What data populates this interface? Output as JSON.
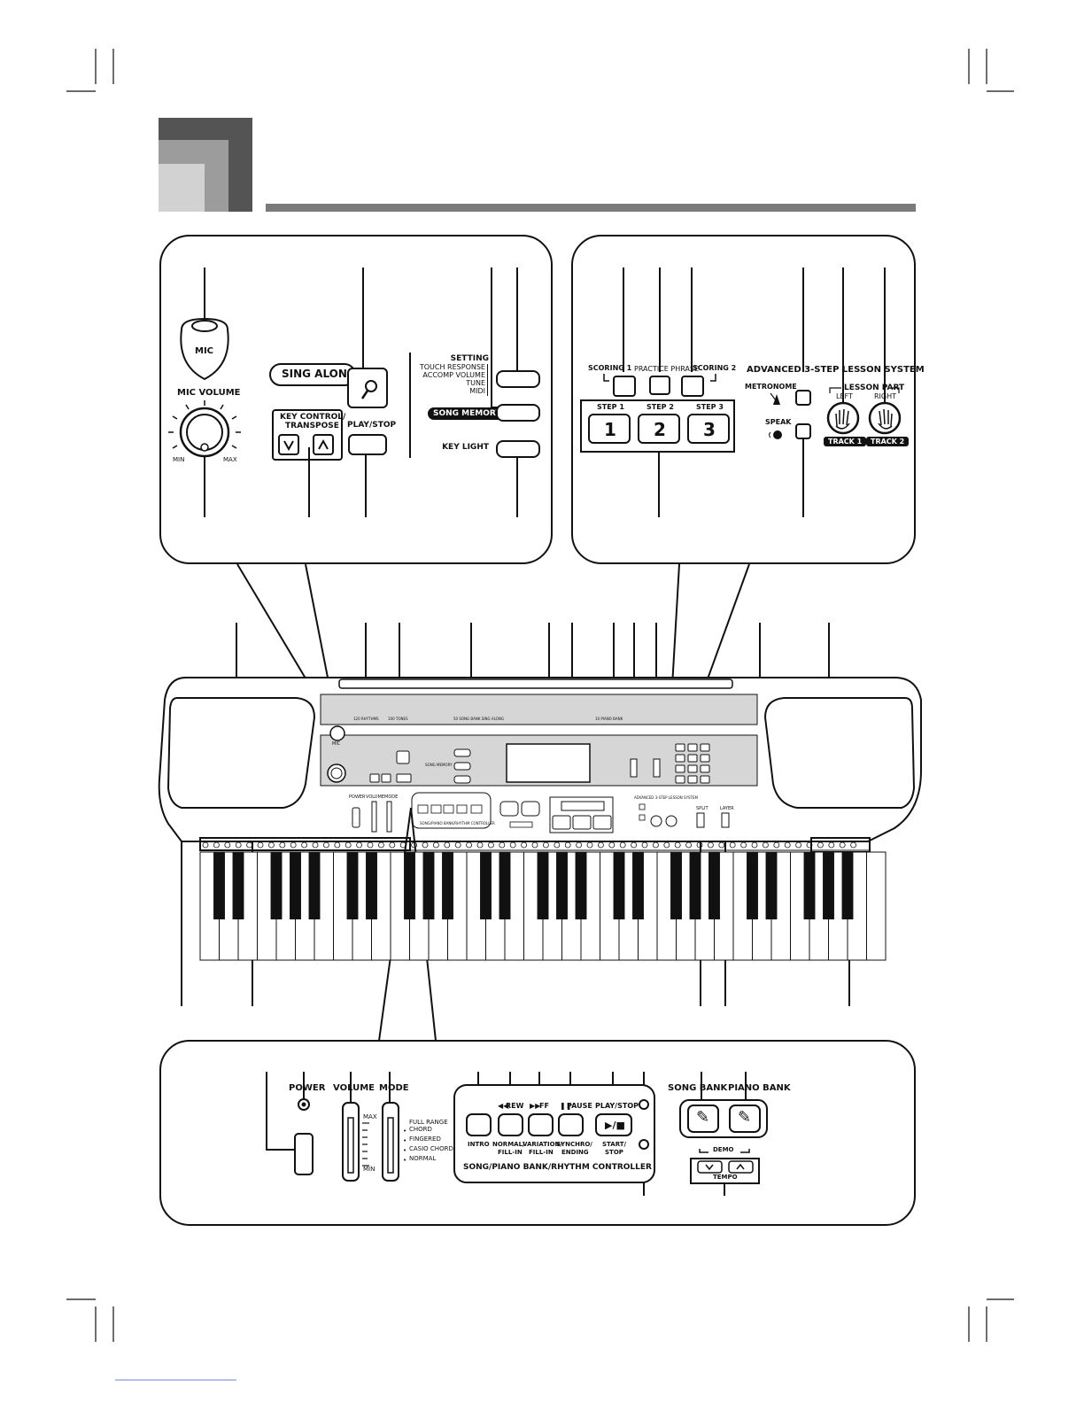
{
  "mic_panel": {
    "mic_label": "MIC",
    "mic_volume": "MIC VOLUME",
    "min": "MIN",
    "max": "MAX",
    "sing_along": "SING ALONG",
    "key_control": "KEY CONTROL/",
    "transpose": "TRANSPOSE",
    "play_stop": "PLAY/STOP",
    "setting": "SETTING",
    "touch_response": "TOUCH RESPONSE",
    "accomp_volume": "ACCOMP VOLUME",
    "tune": "TUNE",
    "midi": "MIDI",
    "song_memory": "SONG MEMORY",
    "key_light": "KEY LIGHT"
  },
  "lesson_panel": {
    "scoring1": "SCORING 1",
    "practice_phrase": "PRACTICE PHRASE",
    "scoring2": "SCORING 2",
    "system_title": "ADVANCED 3-STEP LESSON SYSTEM",
    "step1": "STEP 1",
    "step2": "STEP 2",
    "step3": "STEP 3",
    "num1": "1",
    "num2": "2",
    "num3": "3",
    "metronome": "METRONOME",
    "speak": "SPEAK",
    "lesson_part": "LESSON PART",
    "left": "LEFT",
    "right": "RIGHT",
    "track1": "TRACK 1",
    "track2": "TRACK 2"
  },
  "keyboard": {
    "mic": "MIC",
    "power": "POWER",
    "volume": "VOLUME",
    "mode": "MODE",
    "split": "SPLIT",
    "layer": "LAYER",
    "song_memory": "SONG MEMORY",
    "lesson_system": "ADVANCED 3-STEP LESSON SYSTEM",
    "controller": "SONG/PIANO BANK/RHYTHM CONTROLLER",
    "sb_rhythm": "120 RHYTHMS",
    "sb_tones": "100 TONES",
    "sb_songbank": "50 SONG BANK SING ALONG",
    "sb_pianobank": "10 PIANO BANK"
  },
  "bottom_panel": {
    "power": "POWER",
    "volume": "VOLUME",
    "mode": "MODE",
    "max": "MAX",
    "min": "MIN",
    "full_range": "FULL RANGE",
    "chord": "CHORD",
    "fingered": "FINGERED",
    "casio_chord": "CASIO CHORD",
    "normal": "NORMAL",
    "rew": "REW",
    "ff": "FF",
    "pause": "PAUSE",
    "play_stop": "PLAY/STOP",
    "play_symbol": "▶/■",
    "intro": "INTRO",
    "normal_fill": "NORMAL/",
    "fill_in": "FILL-IN",
    "variation": "VARIATION/",
    "fill_in2": "FILL-IN",
    "synchro": "SYNCHRO/",
    "ending": "ENDING",
    "start": "START/",
    "stop": "STOP",
    "controller": "SONG/PIANO BANK/RHYTHM CONTROLLER",
    "song_bank": "SONG BANK",
    "piano_bank": "PIANO BANK",
    "demo": "DEMO",
    "tempo": "TEMPO"
  },
  "colors": {
    "header_dark": "#545454",
    "header_mid": "#9c9c9c",
    "header_light": "#d2d2d2",
    "rule": "#7a7a7a",
    "panel_gray": "#d6d6d6",
    "ink": "#111111"
  }
}
